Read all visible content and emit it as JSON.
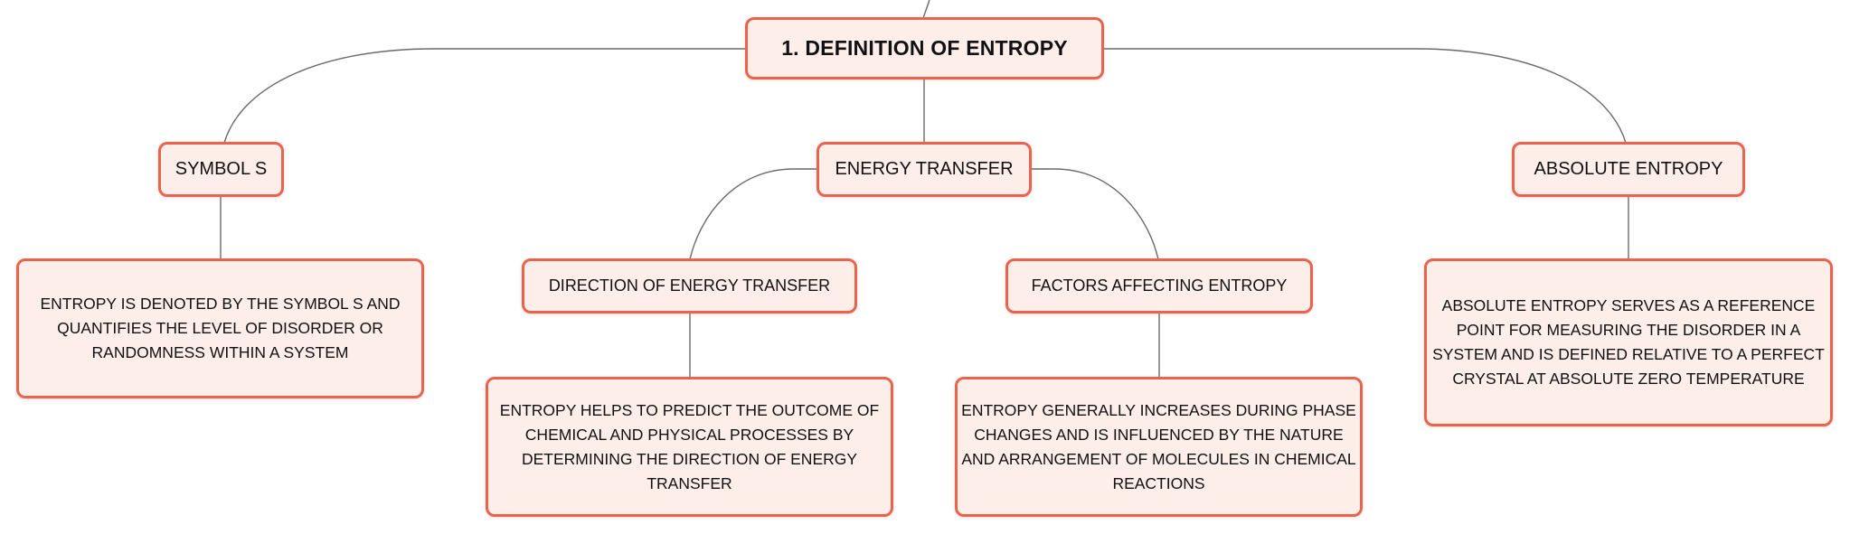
{
  "root": {
    "label": "1. DEFINITION OF ENTROPY"
  },
  "branches": {
    "symbol": {
      "label": "SYMBOL S",
      "detail": "ENTROPY IS DENOTED BY THE SYMBOL S AND QUANTIFIES THE LEVEL OF DISORDER OR RANDOMNESS WITHIN A SYSTEM"
    },
    "energy_transfer": {
      "label": "ENERGY TRANSFER",
      "children": {
        "direction": {
          "label": "DIRECTION OF ENERGY TRANSFER",
          "detail": "ENTROPY HELPS TO PREDICT THE OUTCOME OF CHEMICAL AND PHYSICAL PROCESSES BY DETERMINING THE DIRECTION OF ENERGY TRANSFER"
        },
        "factors": {
          "label": "FACTORS AFFECTING ENTROPY",
          "detail": "ENTROPY GENERALLY INCREASES DURING PHASE CHANGES AND IS INFLUENCED BY THE NATURE AND ARRANGEMENT OF MOLECULES IN CHEMICAL REACTIONS"
        }
      }
    },
    "absolute": {
      "label": "ABSOLUTE ENTROPY",
      "detail": "ABSOLUTE ENTROPY SERVES AS A REFERENCE POINT FOR MEASURING THE DISORDER IN A SYSTEM AND IS DEFINED RELATIVE TO A PERFECT CRYSTAL AT ABSOLUTE ZERO TEMPERATURE"
    }
  },
  "colors": {
    "node_fill": "#fdeeea",
    "node_border": "#e8644f",
    "connector": "#6a6a6a",
    "text": "#111111"
  }
}
